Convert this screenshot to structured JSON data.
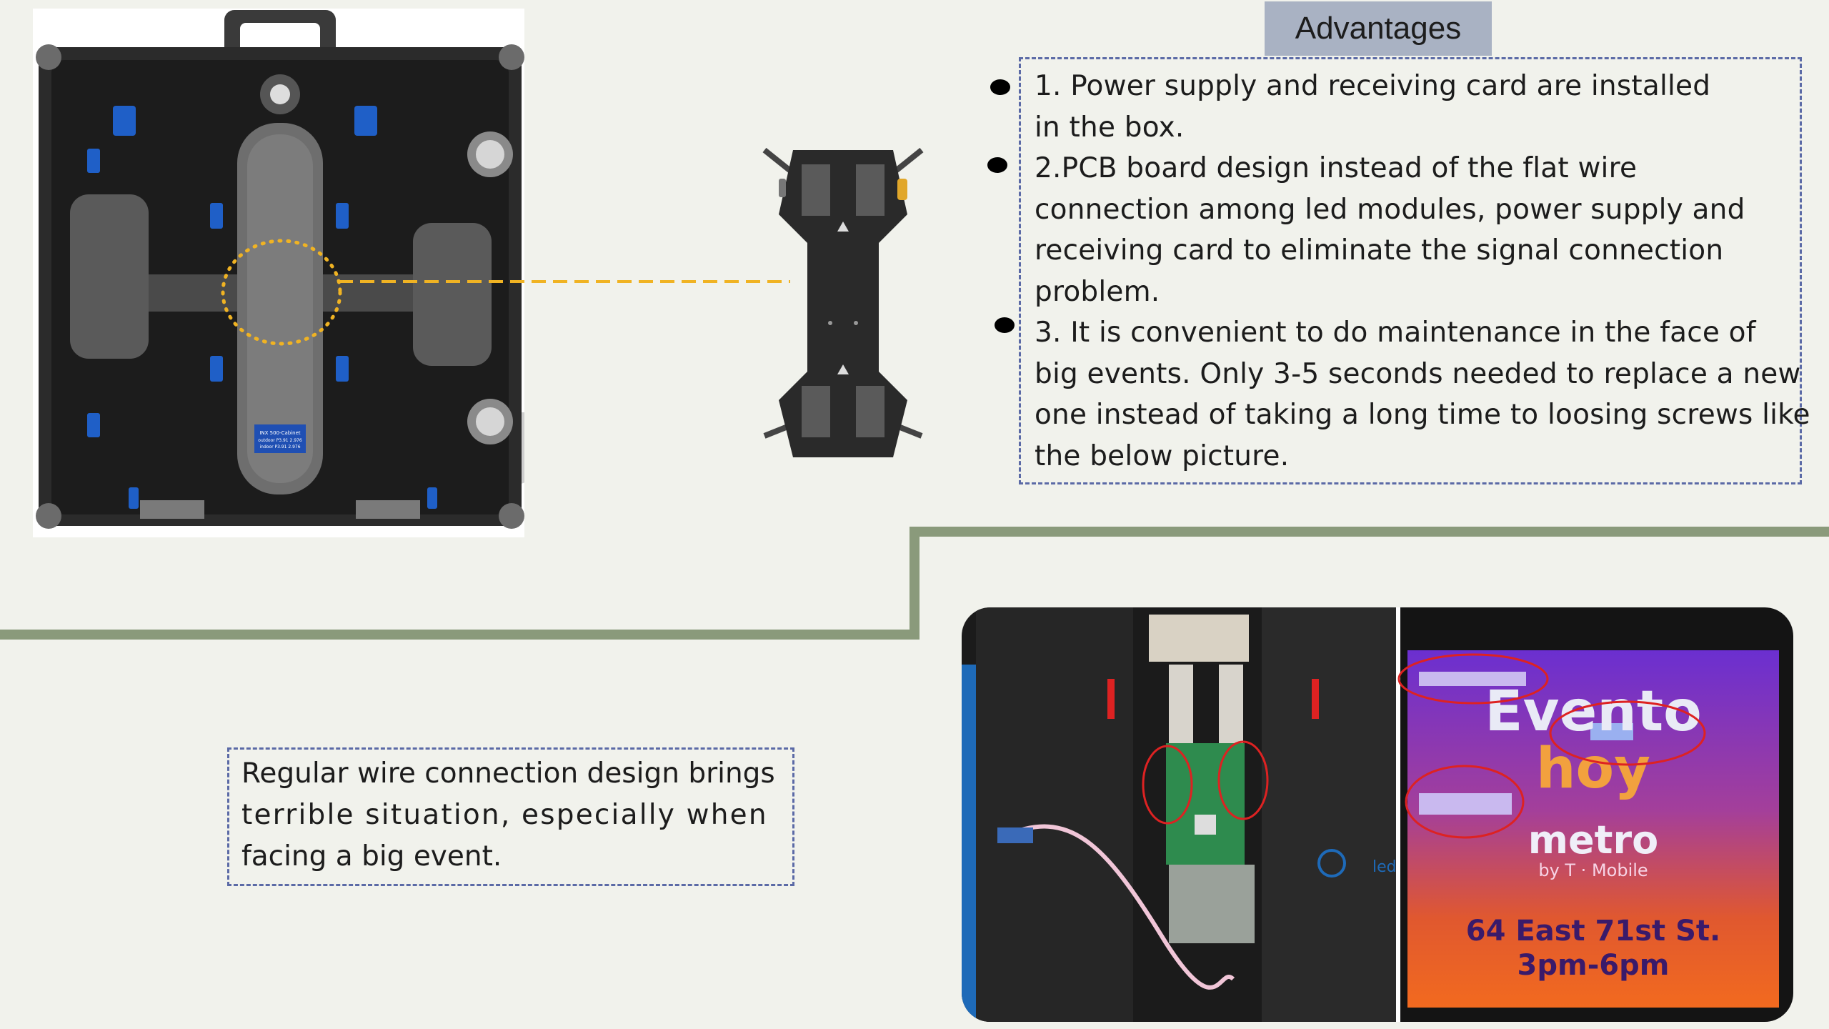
{
  "advantages": {
    "header": "Advantages",
    "items": [
      {
        "lines": [
          "1. Power supply and receiving card are installed",
          "in the box."
        ]
      },
      {
        "lines": [
          "2.PCB board design instead of the flat wire",
          "connection among led modules, power supply and",
          "receiving card to eliminate the signal connection",
          "problem."
        ]
      },
      {
        "lines": [
          "3. It is convenient to do maintenance in the face of",
          "big events. Only 3-5 seconds needed to replace a new",
          "one instead of taking a long time to loosing screws like",
          "the below picture."
        ]
      }
    ]
  },
  "note": {
    "lines": [
      "Regular wire connection design brings",
      "terrible situation, especially when",
      "facing a big event."
    ]
  },
  "cabinet_label": [
    "INX 500-Cabinet",
    "outdoor P3.91 2.976",
    "indoor P3.91 2.976"
  ],
  "screen_photo": {
    "line1": "Evento",
    "line2": "hoy",
    "brand": "metro",
    "brand_sub": "by T · Mobile",
    "address": "64 East 71st St.",
    "time": "3pm-6pm"
  },
  "board_logo": "led",
  "colors": {
    "background": "#f1f2ec",
    "header_bg": "#a9b2c3",
    "dashed_border": "#5b6aa6",
    "divider": "#8a9a7b",
    "callout": "#f0b323"
  }
}
